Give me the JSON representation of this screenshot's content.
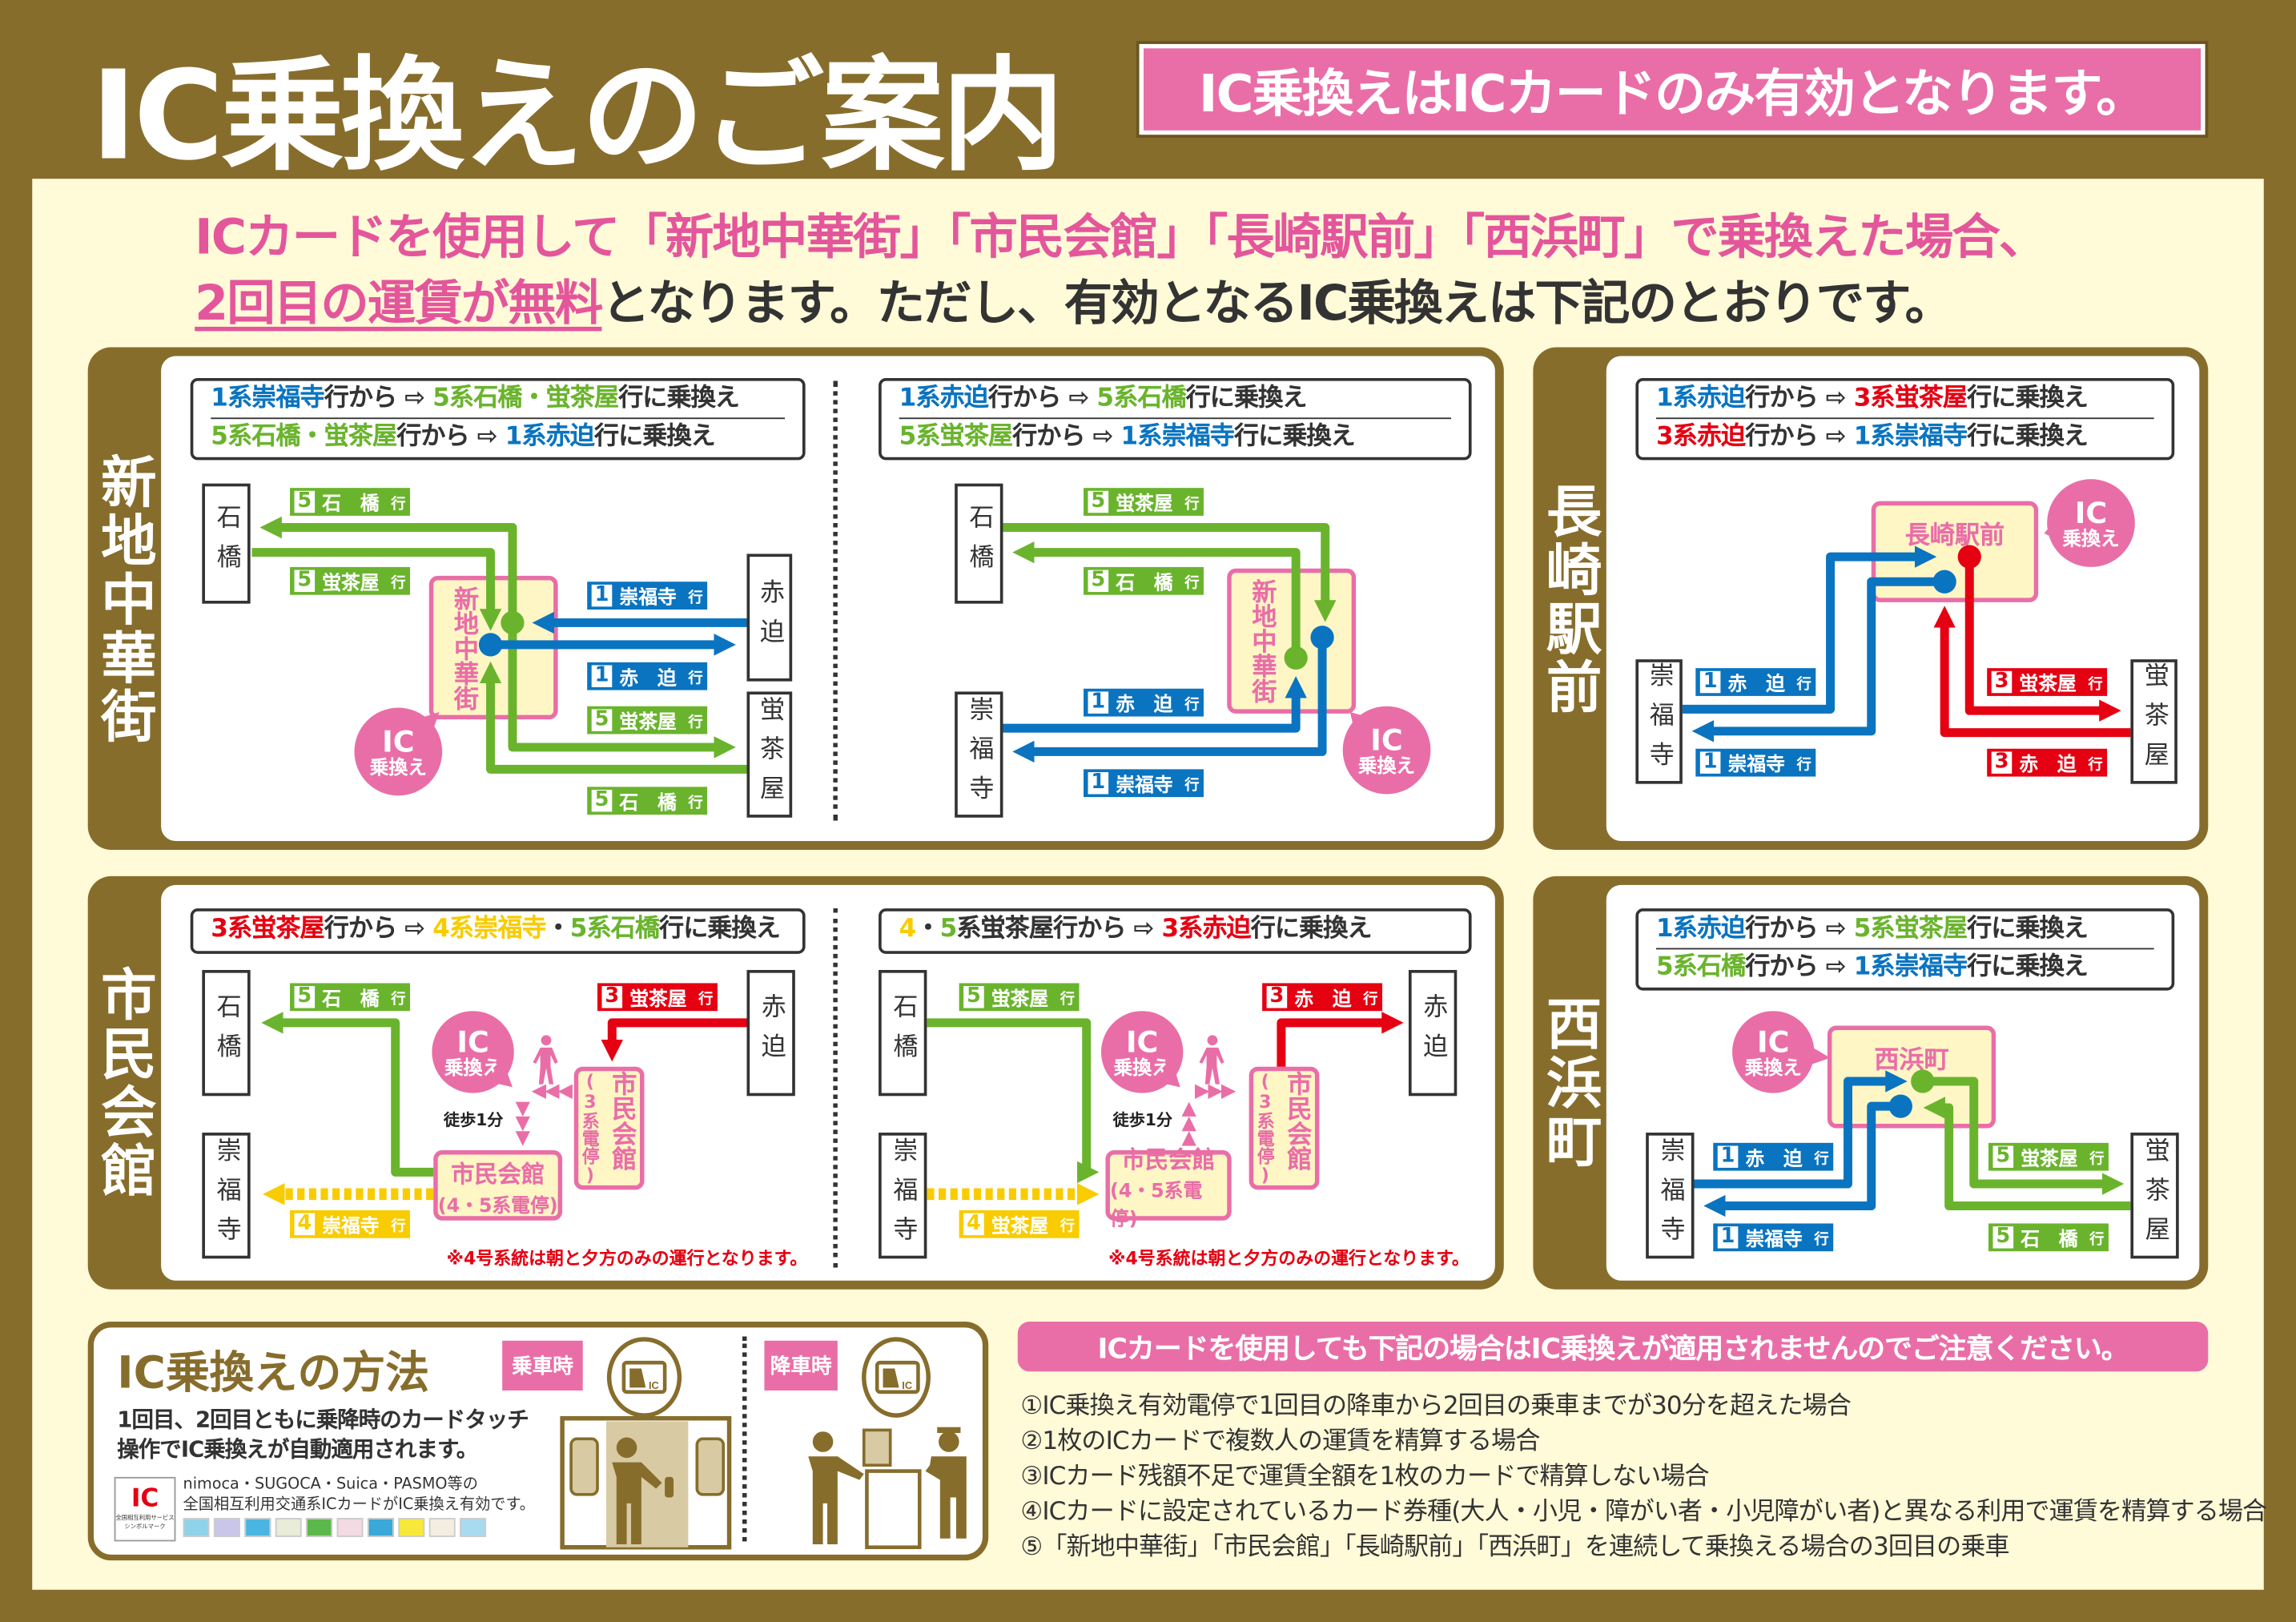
{
  "header": {
    "title": "IC乗換えのご案内",
    "notice": "IC乗換えはICカードのみ有効となります。"
  },
  "intro": {
    "line1": "ICカードを使用して「新地中華街」「市民会館」「長崎駅前」「西浜町」で乗換えた場合、",
    "line2_highlight": "2回目の運賃が無料",
    "line2_rest": "となります。ただし、有効となるIC乗換えは下記のとおりです。"
  },
  "colors": {
    "brown": "#876d2c",
    "cream": "#fffad8",
    "pink": "#e96ea7",
    "blue": "#0a74c0",
    "green": "#6ab42d",
    "red": "#e50012",
    "yellow": "#f8cc00",
    "dark": "#333333"
  },
  "ic_badge": {
    "top": "IC",
    "bottom": "乗換え"
  },
  "walk_label": "徒歩1分",
  "panels": [
    {
      "label": "新地中華街",
      "diagrams": [
        {
          "rules": [
            [
              {
                "t": "1系崇福寺",
                "c": "blue"
              },
              {
                "t": "行から ⇨ ",
                "c": "dark"
              },
              {
                "t": "5系石橋・蛍茶屋",
                "c": "green"
              },
              {
                "t": "行に乗換え",
                "c": "dark"
              }
            ],
            [
              {
                "t": "5系石橋・蛍茶屋",
                "c": "green"
              },
              {
                "t": "行から ⇨ ",
                "c": "dark"
              },
              {
                "t": "1系赤迫",
                "c": "blue"
              },
              {
                "t": "行に乗換え",
                "c": "dark"
              }
            ]
          ],
          "stop": "新地中華街",
          "terminals": [
            "石橋",
            "赤迫",
            "蛍茶屋"
          ],
          "tags": [
            {
              "n": "5",
              "d": "石　橋",
              "s": "行",
              "c": "green"
            },
            {
              "n": "5",
              "d": "蛍茶屋",
              "s": "行",
              "c": "green"
            },
            {
              "n": "1",
              "d": "崇福寺",
              "s": "行",
              "c": "blue"
            },
            {
              "n": "1",
              "d": "赤　迫",
              "s": "行",
              "c": "blue"
            },
            {
              "n": "5",
              "d": "蛍茶屋",
              "s": "行",
              "c": "green"
            },
            {
              "n": "5",
              "d": "石　橋",
              "s": "行",
              "c": "green"
            }
          ]
        },
        {
          "rules": [
            [
              {
                "t": "1系赤迫",
                "c": "blue"
              },
              {
                "t": "行から ⇨ ",
                "c": "dark"
              },
              {
                "t": "5系石橋",
                "c": "green"
              },
              {
                "t": "行に乗換え",
                "c": "dark"
              }
            ],
            [
              {
                "t": "5系蛍茶屋",
                "c": "green"
              },
              {
                "t": "行から ⇨ ",
                "c": "dark"
              },
              {
                "t": "1系崇福寺",
                "c": "blue"
              },
              {
                "t": "行に乗換え",
                "c": "dark"
              }
            ]
          ],
          "stop": "新地中華街",
          "terminals": [
            "石橋",
            "崇福寺"
          ],
          "tags": [
            {
              "n": "5",
              "d": "蛍茶屋",
              "s": "行",
              "c": "green"
            },
            {
              "n": "5",
              "d": "石　橋",
              "s": "行",
              "c": "green"
            },
            {
              "n": "1",
              "d": "赤　迫",
              "s": "行",
              "c": "blue"
            },
            {
              "n": "1",
              "d": "崇福寺",
              "s": "行",
              "c": "blue"
            }
          ]
        }
      ]
    },
    {
      "label": "長崎駅前",
      "diagrams": [
        {
          "rules": [
            [
              {
                "t": "1系赤迫",
                "c": "blue"
              },
              {
                "t": "行から ⇨ ",
                "c": "dark"
              },
              {
                "t": "3系蛍茶屋",
                "c": "red"
              },
              {
                "t": "行に乗換え",
                "c": "dark"
              }
            ],
            [
              {
                "t": "3系赤迫",
                "c": "red"
              },
              {
                "t": "行から ⇨ ",
                "c": "dark"
              },
              {
                "t": "1系崇福寺",
                "c": "blue"
              },
              {
                "t": "行に乗換え",
                "c": "dark"
              }
            ]
          ],
          "stop": "長崎駅前",
          "terminals": [
            "崇福寺",
            "蛍茶屋"
          ],
          "tags": [
            {
              "n": "1",
              "d": "赤　迫",
              "s": "行",
              "c": "blue"
            },
            {
              "n": "1",
              "d": "崇福寺",
              "s": "行",
              "c": "blue"
            },
            {
              "n": "3",
              "d": "蛍茶屋",
              "s": "行",
              "c": "red"
            },
            {
              "n": "3",
              "d": "赤　迫",
              "s": "行",
              "c": "red"
            }
          ]
        }
      ]
    },
    {
      "label": "市民会館",
      "diagrams": [
        {
          "rules": [
            [
              {
                "t": "3系蛍茶屋",
                "c": "red"
              },
              {
                "t": "行から ⇨ ",
                "c": "dark"
              },
              {
                "t": "4系崇福寺",
                "c": "yellow"
              },
              {
                "t": "・",
                "c": "dark"
              },
              {
                "t": "5系石橋",
                "c": "green"
              },
              {
                "t": "行に乗換え",
                "c": "dark"
              }
            ]
          ],
          "stop_main": {
            "name": "市民会館",
            "sub": "(4・5系電停)"
          },
          "stop_alt": {
            "name": "市民会館",
            "sub": "(3系電停)"
          },
          "terminals": [
            "石橋",
            "崇福寺",
            "赤迫"
          ],
          "tags": [
            {
              "n": "5",
              "d": "石　橋",
              "s": "行",
              "c": "green"
            },
            {
              "n": "3",
              "d": "蛍茶屋",
              "s": "行",
              "c": "red"
            },
            {
              "n": "4",
              "d": "崇福寺",
              "s": "行",
              "c": "yellow"
            }
          ],
          "note": "※4号系統は朝と夕方のみの運行となります。"
        },
        {
          "rules": [
            [
              {
                "t": "4",
                "c": "yellow"
              },
              {
                "t": "・",
                "c": "dark"
              },
              {
                "t": "5",
                "c": "green"
              },
              {
                "t": "系蛍茶屋行から ⇨ ",
                "c": "dark"
              },
              {
                "t": "3系赤迫",
                "c": "red"
              },
              {
                "t": "行に乗換え",
                "c": "dark"
              }
            ]
          ],
          "stop_main": {
            "name": "市民会館",
            "sub": "(4・5系電停)"
          },
          "stop_alt": {
            "name": "市民会館",
            "sub": "(3系電停)"
          },
          "terminals": [
            "石橋",
            "崇福寺",
            "赤迫"
          ],
          "tags": [
            {
              "n": "5",
              "d": "蛍茶屋",
              "s": "行",
              "c": "green"
            },
            {
              "n": "3",
              "d": "赤　迫",
              "s": "行",
              "c": "red"
            },
            {
              "n": "4",
              "d": "蛍茶屋",
              "s": "行",
              "c": "yellow"
            }
          ],
          "note": "※4号系統は朝と夕方のみの運行となります。"
        }
      ]
    },
    {
      "label": "西浜町",
      "diagrams": [
        {
          "rules": [
            [
              {
                "t": "1系赤迫",
                "c": "blue"
              },
              {
                "t": "行から ⇨ ",
                "c": "dark"
              },
              {
                "t": "5系蛍茶屋",
                "c": "green"
              },
              {
                "t": "行に乗換え",
                "c": "dark"
              }
            ],
            [
              {
                "t": "5系石橋",
                "c": "green"
              },
              {
                "t": "行から ⇨ ",
                "c": "dark"
              },
              {
                "t": "1系崇福寺",
                "c": "blue"
              },
              {
                "t": "行に乗換え",
                "c": "dark"
              }
            ]
          ],
          "stop": "西浜町",
          "terminals": [
            "崇福寺",
            "蛍茶屋"
          ],
          "tags": [
            {
              "n": "1",
              "d": "赤　迫",
              "s": "行",
              "c": "blue"
            },
            {
              "n": "1",
              "d": "崇福寺",
              "s": "行",
              "c": "blue"
            },
            {
              "n": "5",
              "d": "蛍茶屋",
              "s": "行",
              "c": "green"
            },
            {
              "n": "5",
              "d": "石　橋",
              "s": "行",
              "c": "green"
            }
          ]
        }
      ]
    }
  ],
  "method": {
    "title": "IC乗換えの方法",
    "desc": [
      "1回目、2回目ともに乗降時のカードタッチ",
      "操作でIC乗換えが自動適用されます。"
    ],
    "cards_text": [
      "nimoca・SUGOCA・Suica・PASMO等の",
      "全国相互利用交通系ICカードがIC乗換え有効です。"
    ],
    "logo": {
      "mark": "IC",
      "caption": [
        "全国相互利用サービス",
        "シンボルマーク"
      ]
    },
    "boarding": "乗車時",
    "alighting": "降車時",
    "card_icon": "IC"
  },
  "caution": {
    "header": "ICカードを使用しても下記の場合はIC乗換えが適用されませんのでご注意ください。",
    "items": [
      "①IC乗換え有効電停で1回目の降車から2回目の乗車までが30分を超えた場合",
      "②1枚のICカードで複数人の運賃を精算する場合",
      "③ICカード残額不足で運賃全額を1枚のカードで精算しない場合",
      "④ICカードに設定されているカード券種(大人・小児・障がい者・小児障がい者)と異なる利用で運賃を精算する場合",
      "⑤「新地中華街」「市民会館」「長崎駅前」「西浜町」を連続して乗換える場合の3回目の乗車"
    ]
  }
}
